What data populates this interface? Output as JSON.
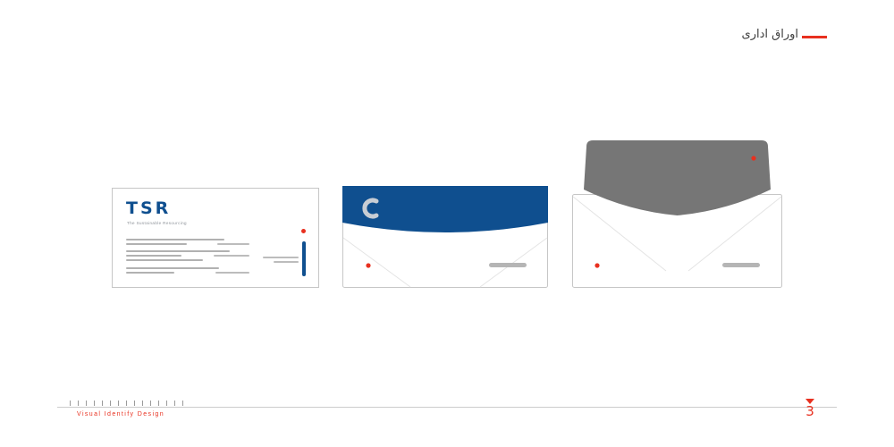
{
  "header": {
    "section_title": "اوراق اداری"
  },
  "stationery": {
    "letterhead": {
      "logo": "TSR",
      "tagline": "The Sustainable Resourcing"
    }
  },
  "footer": {
    "caption": "Visual Identify Design",
    "page_number": "3"
  },
  "colors": {
    "brand_blue": "#0f4f8f",
    "accent_red": "#e8301f",
    "flap_gray": "#767676",
    "bar_gray": "#b5b5b5",
    "border_gray": "#c6c6c6",
    "crescent_gray": "#c8cdd4",
    "text_dark": "#3c3c3c"
  }
}
